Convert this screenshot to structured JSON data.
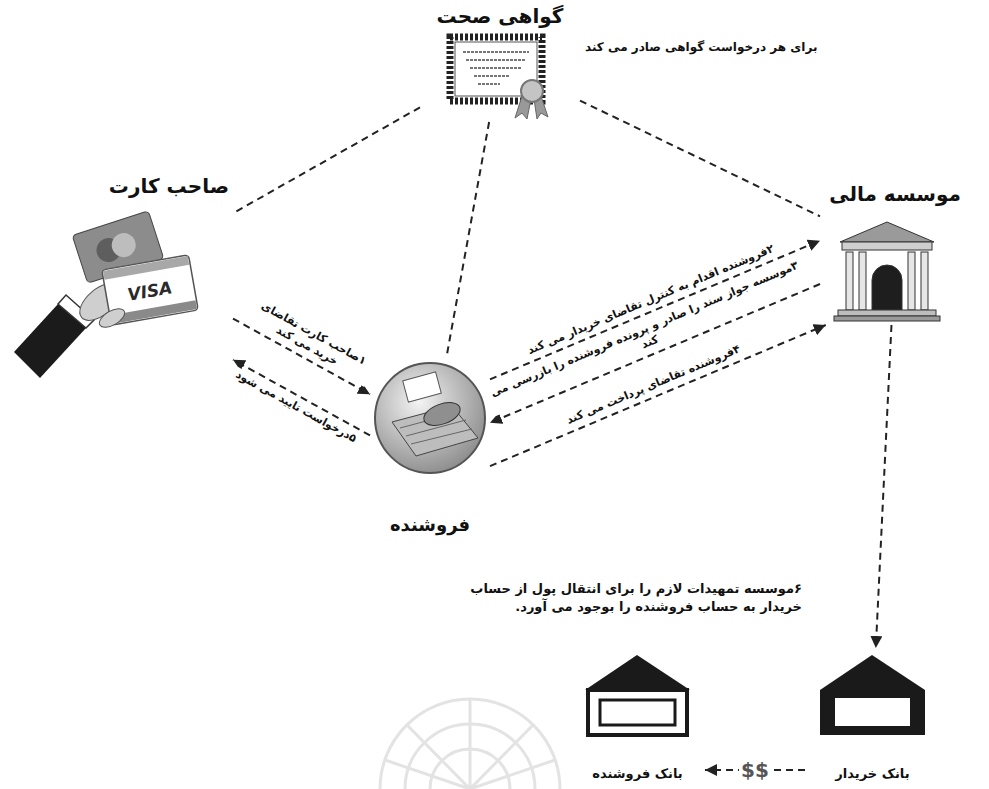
{
  "diagram": {
    "nodes": [
      {
        "text": [
          "گواهی صحت",
          "برای هر درخواست گواهی صادر می کند"
        ]
      },
      {
        "text": [
          "صاحب کارت"
        ]
      },
      {
        "text": [
          "موسسه مالی"
        ]
      },
      {
        "text": [
          "فروشنده"
        ]
      },
      {
        "text": [
          "بانک خریدار"
        ]
      },
      {
        "text": [
          "بانک فروشنده"
        ]
      }
    ],
    "edges": [
      {
        "from": 0,
        "to": 1,
        "arrow": "none"
      },
      {
        "from": 0,
        "to": 3,
        "arrow": "none"
      },
      {
        "from": 0,
        "to": 2,
        "arrow": "none"
      },
      {
        "from": 1,
        "to": 3,
        "arrow": "to",
        "label": "۱صاحب کارت تقاضای خرید می کند"
      },
      {
        "from": 3,
        "to": 1,
        "arrow": "to",
        "label": "۵درخواست تایید می شود"
      },
      {
        "from": 3,
        "to": 2,
        "arrow": "to",
        "label": "۲فروشنده اقدام به کنترل تقاضای خریدار می کند"
      },
      {
        "from": 2,
        "to": 3,
        "arrow": "to",
        "label": "۳موسسه جواز سند را صادر و پرونده فروشنده را بازرسی می کند"
      },
      {
        "from": 3,
        "to": 2,
        "arrow": "to",
        "label": "۴فروشنده تقاضای پرداخت می کند"
      },
      {
        "from": 2,
        "to": 4,
        "arrow": "to"
      },
      {
        "from": 4,
        "to": 5,
        "arrow": "to",
        "label": "$$"
      }
    ],
    "labels": [
      "VISA",
      "۶موسسه تمهیدات لازم را برای انتقال پول از حساب خریدار به حساب فروشنده را بوجود می آورد."
    ]
  }
}
